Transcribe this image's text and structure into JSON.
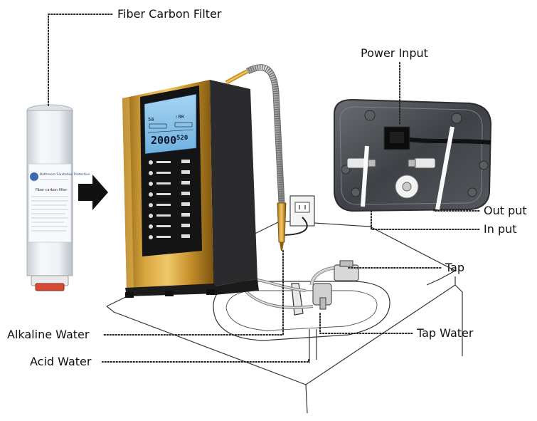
{
  "labels": {
    "fiber_carbon_filter": "Fiber  Carbon Filter",
    "power_input": "Power Input",
    "out_put": "Out put",
    "in_put": "In put",
    "tap": "Tap",
    "alkaline_water": "Alkaline Water",
    "tap_water": "Tap Water",
    "acid_water": "Acid Water"
  },
  "filter": {
    "brand": "Bathroom Sanitation Protection",
    "product": "Fiber carbon filter"
  },
  "display": {
    "main_value": "2000",
    "right_value": "520",
    "top_value": "50"
  },
  "colors": {
    "gold": "#c9962c",
    "lcd": "#8ec4ec"
  }
}
